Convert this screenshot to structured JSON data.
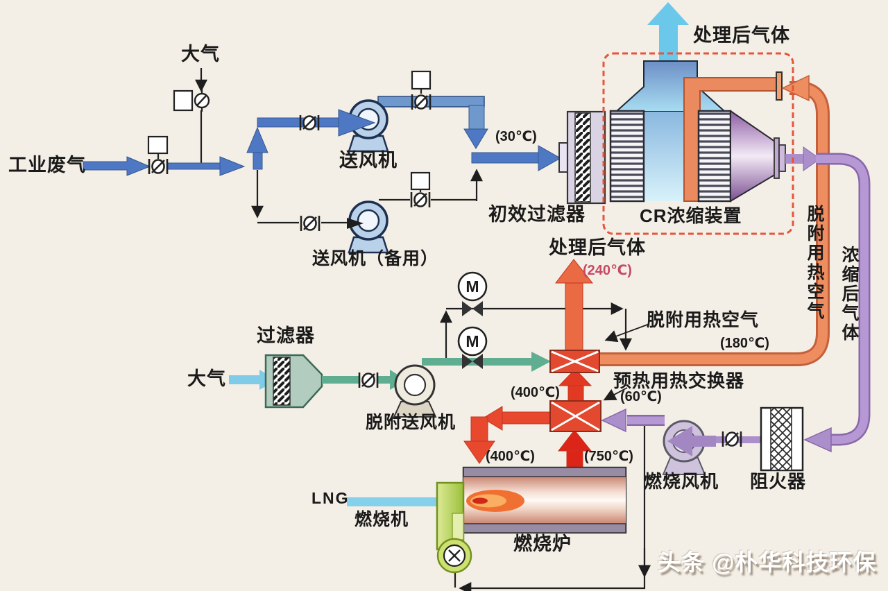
{
  "watermark": "头条 @朴华科技环保",
  "streams": {
    "industrial_waste_gas": "工业废气",
    "atmosphere_top": "大气",
    "atmosphere_left": "大气",
    "lng": "LNG",
    "treated_gas_top": "处理后气体",
    "treated_gas_mid": "处理后气体",
    "desorption_hot_air_pipe": "脱附用热空气",
    "concentrated_gas_pipe": "浓缩后气体",
    "desorption_hot_air_callout": "脱附用热空气"
  },
  "equipment": {
    "blower": "送风机",
    "blower_backup": "送风机（备用）",
    "primary_filter": "初效过滤器",
    "cr_concentrator": "CR浓缩装置",
    "preheat_heat_exchanger": "预热用热交换器",
    "air_filter": "过滤器",
    "desorption_blower": "脱附送风机",
    "combustion_blower": "燃烧风机",
    "flame_arrester": "阻火器",
    "combustion_furnace": "燃烧炉",
    "burner": "燃烧机",
    "motor_symbol": "M"
  },
  "temperatures": {
    "inlet": "(30℃)",
    "treated_outlet": "(240℃)",
    "desorption_air": "(180℃)",
    "preheat_out": "(60℃)",
    "hx_mid": "(400℃)",
    "furnace_in": "(400℃)",
    "furnace_out": "(750℃)"
  },
  "colors": {
    "background": "#f4efe6",
    "waste_gas_blue": "#4f78c4",
    "clean_air_cyan": "#7fcbe8",
    "desorption_green": "#5fae92",
    "hot_air_orange": "#ee8d60",
    "hot_gas_red": "#e2452e",
    "concentrated_purple": "#ab8fcb",
    "burner_green": "#c3d95c",
    "dashed_boundary": "#e8543a",
    "temp_highlight_pink": "#c54a66"
  }
}
